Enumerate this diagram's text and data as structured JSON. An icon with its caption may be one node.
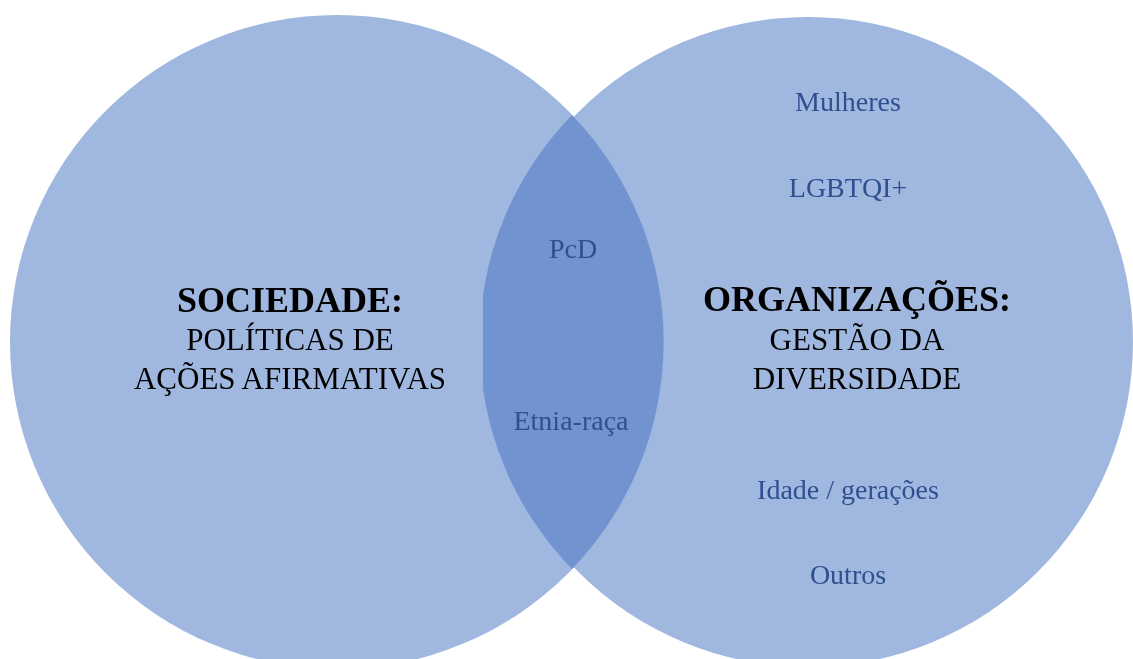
{
  "diagram": {
    "nodes": [
      {
        "text": [
          "**SOCIEDADE**:",
          "POLÍTICAS DE AÇÕES AFIRMATIVAS"
        ]
      },
      {
        "text": [
          "Mulheres",
          "LGBTQI+",
          "ORGANIZAÇÕES:",
          "GESTÃO DA DIVERSIDADE",
          "Idade / gerações",
          "Outros"
        ]
      },
      {
        "text": [
          "PcD",
          "Etnia-raça"
        ]
      }
    ]
  }
}
